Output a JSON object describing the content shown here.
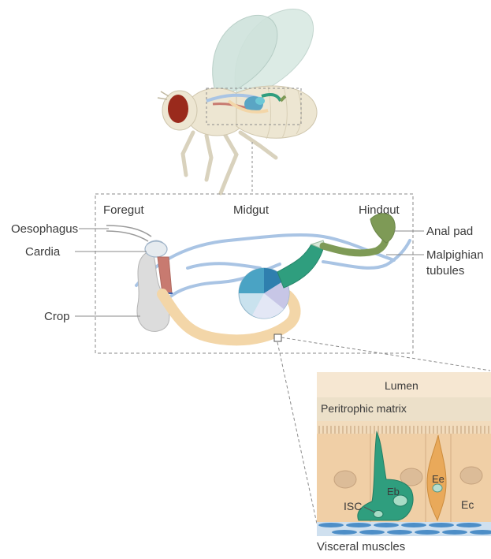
{
  "regions": {
    "foregut": "Foregut",
    "midgut": "Midgut",
    "hindgut": "Hindgut"
  },
  "labels": {
    "oesophagus": "Oesophagus",
    "cardia": "Cardia",
    "crop": "Crop",
    "anal_pad": "Anal pad",
    "malpighian_line1": "Malpighian",
    "malpighian_line2": "tubules"
  },
  "inset": {
    "lumen": "Lumen",
    "peritrophic_matrix": "Peritrophic matrix",
    "ee": "Ee",
    "eb": "Eb",
    "isc": "ISC",
    "ec": "Ec",
    "visceral_muscles": "Visceral muscles"
  },
  "colors": {
    "fly_body": "#ede6d2",
    "wing": "#cfe3dc",
    "eye": "#9a2a1c",
    "crop": "#dcdcdc",
    "foregut_red": "#c87a70",
    "midgut_tan": "#f3d6a8",
    "teal": "#2f9e7e",
    "hindgut_green": "#7e9a56",
    "tubules": "#a9c4e4",
    "inset_bg": "#f2dcbd",
    "ee_cell": "#e9a95a",
    "muscle": "#4d8ec7"
  }
}
